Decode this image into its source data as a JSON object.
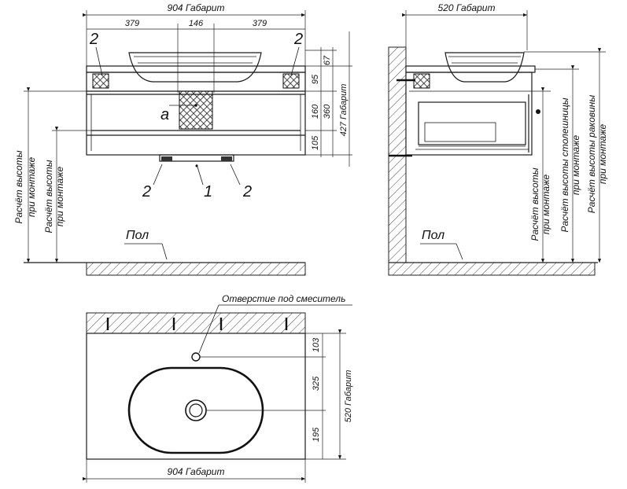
{
  "front_view": {
    "width_label": "904 Габарит",
    "seg_left": "379",
    "seg_mid": "146",
    "seg_right": "379",
    "callout_left_top": "2",
    "callout_right_top": "2",
    "callout_bottom_left": "2",
    "callout_bottom_mid": "1",
    "callout_bottom_right": "2",
    "detail_letter": "a",
    "h_67": "67",
    "h_95": "95",
    "h_160": "160",
    "h_105": "105",
    "h_360": "360",
    "height_label": "427 Габарит",
    "mount_calc_1_line1": "Расчёт высоты",
    "mount_calc_1_line2": "при монтаже",
    "mount_calc_2_line1": "Расчёт высоты",
    "mount_calc_2_line2": "при монтаже",
    "floor_label": "Пол"
  },
  "side_view": {
    "depth_label": "520 Габарит",
    "calc_mount_line1": "Расчёт высоты",
    "calc_mount_line2": "при монтаже",
    "calc_top_line1": "Расчёт высоты столешницы",
    "calc_top_line2": "при монтаже",
    "calc_sink_line1": "Расчёт высоты раковины",
    "calc_sink_line2": "при монтаже",
    "floor_label": "Пол"
  },
  "top_view": {
    "faucet_hole_label": "Отверстие под смеситель",
    "d_103": "103",
    "d_325": "325",
    "d_195": "195",
    "depth_label": "520 Габарит",
    "width_label": "904 Габарит"
  }
}
